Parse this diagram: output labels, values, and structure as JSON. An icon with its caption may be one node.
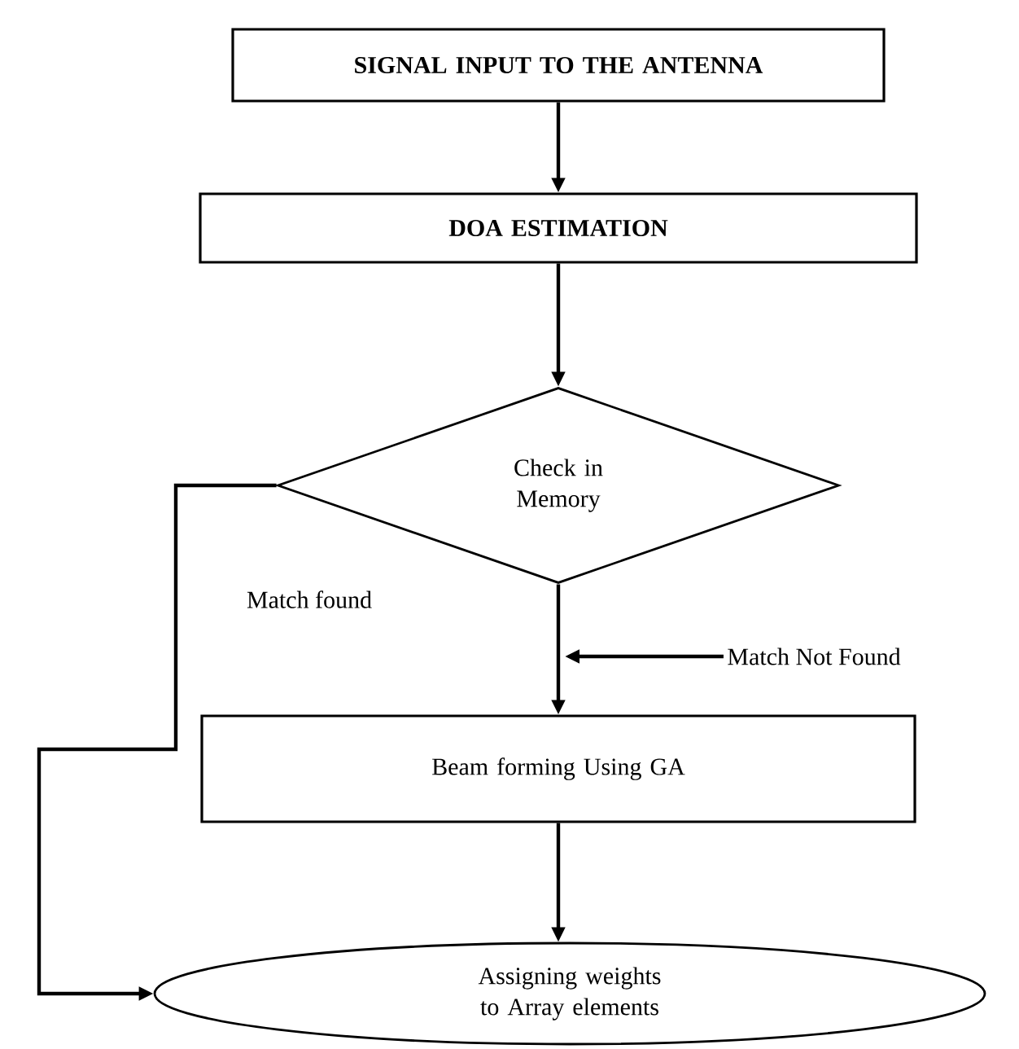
{
  "diagram": {
    "nodes": [
      {
        "text": [
          "SIGNAL INPUT TO THE ANTENNA"
        ]
      },
      {
        "text": [
          "DOA ESTIMATION"
        ]
      },
      {
        "text": [
          "Check in Memory"
        ]
      },
      {
        "text": [
          "Beam forming Using GA"
        ]
      },
      {
        "text": [
          "Assigning weights to Array elements"
        ]
      },
      {
        "text": [
          "Match Not Found"
        ]
      }
    ],
    "edges": [
      {
        "from": 0,
        "to": 1,
        "arrow": "to"
      },
      {
        "from": 1,
        "to": 2,
        "arrow": "to"
      },
      {
        "from": 2,
        "to": 3,
        "arrow": "to"
      },
      {
        "from": 5,
        "to": null,
        "arrow": "to"
      },
      {
        "from": 2,
        "to": 4,
        "arrow": "to",
        "label": "Match found"
      },
      {
        "from": 3,
        "to": 4,
        "arrow": "to"
      }
    ]
  }
}
